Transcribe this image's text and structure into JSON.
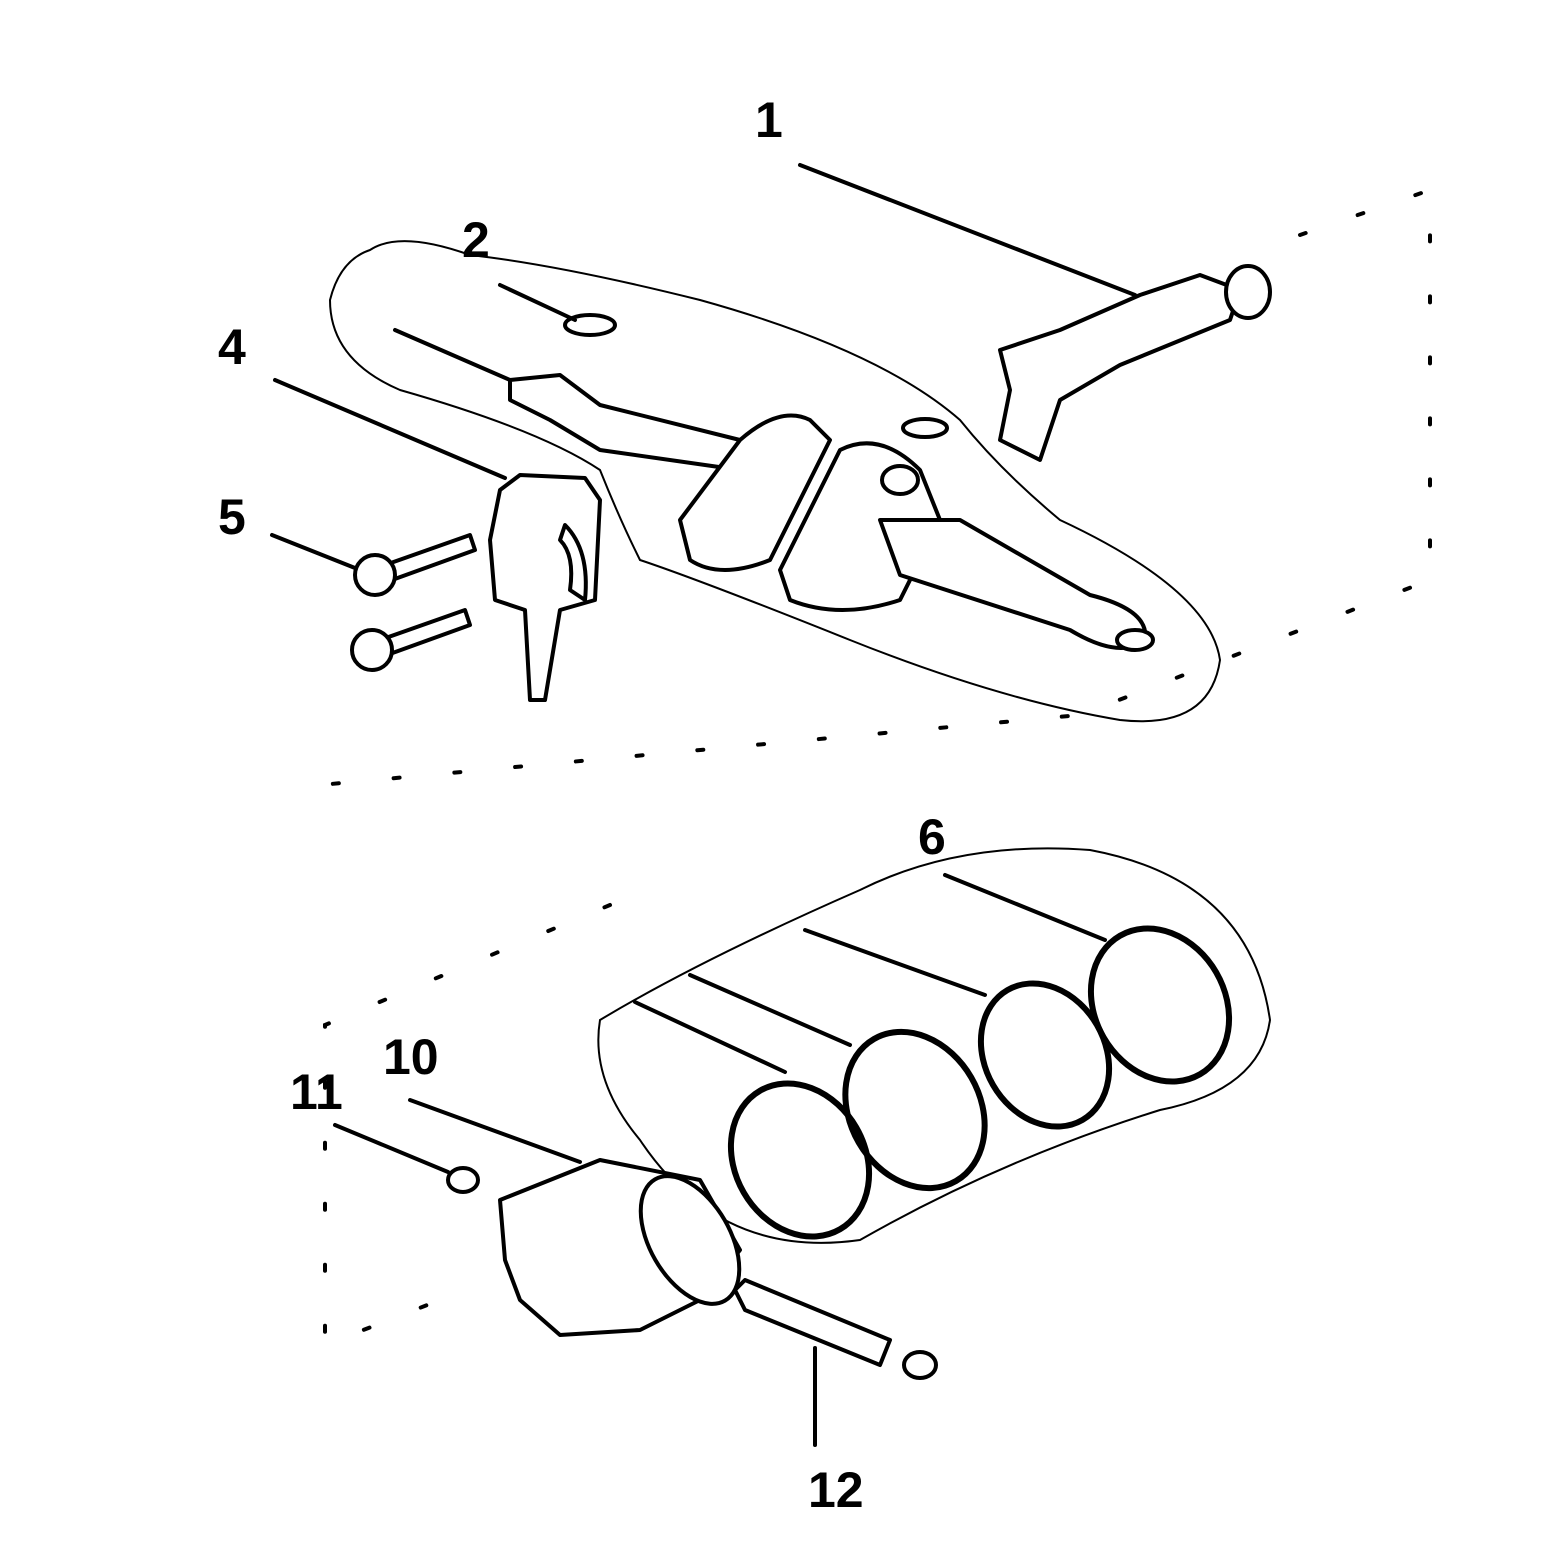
{
  "title": "Crankshaft and piston parts diagram",
  "callouts": [
    {
      "id": "1",
      "label": "1",
      "part": "connecting-rod"
    },
    {
      "id": "2",
      "label": "2",
      "part": "crankshaft"
    },
    {
      "id": "4",
      "label": "4",
      "part": "connecting-rod-cap"
    },
    {
      "id": "5",
      "label": "5",
      "part": "bolt"
    },
    {
      "id": "6",
      "label": "6",
      "part": "piston-rings"
    },
    {
      "id": "10",
      "label": "10",
      "part": "piston"
    },
    {
      "id": "11",
      "label": "11",
      "part": "circlip"
    },
    {
      "id": "12",
      "label": "12",
      "part": "piston-pin"
    }
  ]
}
